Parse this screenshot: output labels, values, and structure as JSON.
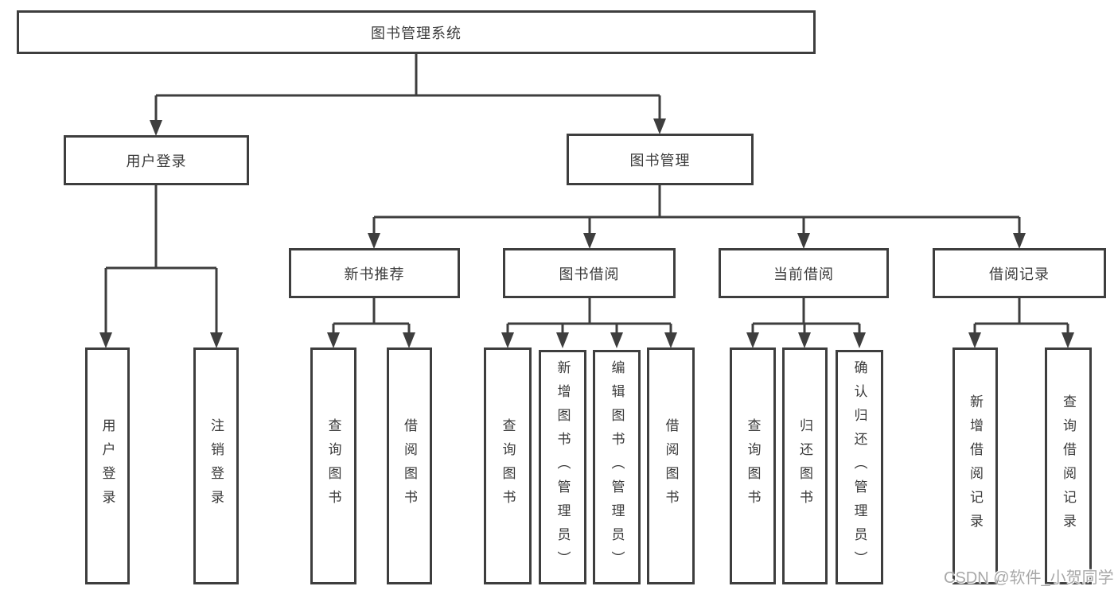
{
  "diagram": {
    "root": {
      "label": "图书管理系统"
    },
    "branches": [
      {
        "label": "用户登录",
        "children": [
          {
            "label": "用户登录"
          },
          {
            "label": "注销登录"
          }
        ]
      },
      {
        "label": "图书管理",
        "groups": [
          {
            "label": "新书推荐",
            "children": [
              {
                "label": "查询图书"
              },
              {
                "label": "借阅图书"
              }
            ]
          },
          {
            "label": "图书借阅",
            "children": [
              {
                "label": "查询图书"
              },
              {
                "label": "新增图书（管理员）"
              },
              {
                "label": "编辑图书（管理员）"
              },
              {
                "label": "借阅图书"
              }
            ]
          },
          {
            "label": "当前借阅",
            "children": [
              {
                "label": "查询图书"
              },
              {
                "label": "归还图书"
              },
              {
                "label": "确认归还（管理员）"
              }
            ]
          },
          {
            "label": "借阅记录",
            "children": [
              {
                "label": "新增借阅记录"
              },
              {
                "label": "查询借阅记录"
              }
            ]
          }
        ]
      }
    ]
  },
  "watermark": {
    "text": "CSDN @软件_小贺同学"
  },
  "colors": {
    "line": "#3e3e3e",
    "text": "#3b3b3b",
    "background": "#ffffff",
    "watermark": "#a8a8a8"
  }
}
